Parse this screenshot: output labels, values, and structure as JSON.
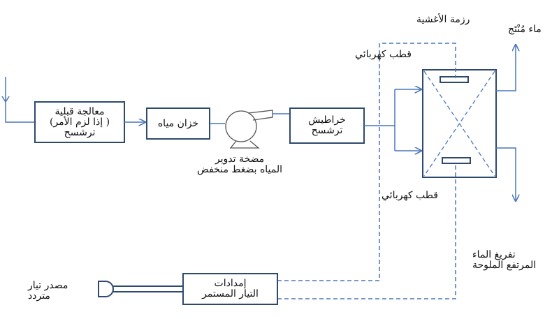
{
  "boxes": {
    "pretreatment": [
      "معالجة قبلية",
      "( إذا لزم الأمر)",
      "ترشسح"
    ],
    "water_tank": "خزان مياه",
    "filter_cartridges": [
      "خراطيش",
      "ترشسح"
    ],
    "dc_supply": [
      "إمدادات",
      "التيار المستمر"
    ]
  },
  "labels": {
    "pump": [
      "مضخة تدوير",
      "المياه بضغط منخفض"
    ],
    "membrane_stack": "رزمة الأغشية",
    "product_water": "ماء مُنْتَج",
    "electrode_top": "قطب كهربائي",
    "electrode_bottom": "قطب كهربائي",
    "brine_discharge": [
      "تفريغ الماء",
      "المرتفع الملوحة"
    ],
    "ac_source": [
      "مصدر تيار",
      "متردد"
    ]
  },
  "colors": {
    "box_border": "#2d4a6e",
    "flow_line": "#4a76b8",
    "dashed_line": "#4a76b8",
    "text": "#111111"
  }
}
